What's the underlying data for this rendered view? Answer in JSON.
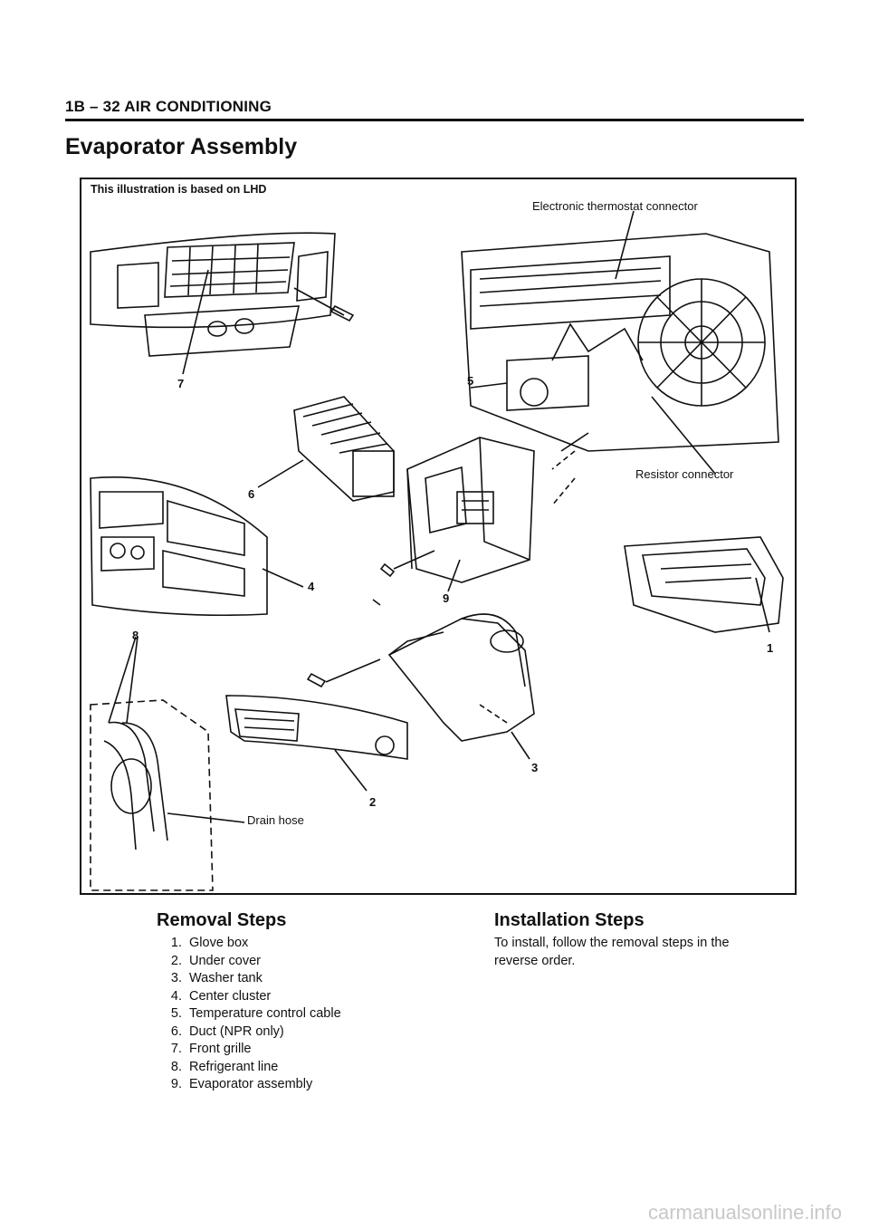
{
  "header": {
    "section": "1B – 32 AIR CONDITIONING"
  },
  "title": "Evaporator Assembly",
  "figure": {
    "note": "This illustration is based on LHD",
    "labels": {
      "thermostat": "Electronic thermostat connector",
      "resistor": "Resistor connector",
      "drain": "Drain hose"
    },
    "callouts": [
      "1",
      "2",
      "3",
      "4",
      "5",
      "6",
      "7",
      "8",
      "9"
    ]
  },
  "removal": {
    "heading": "Removal Steps",
    "steps": [
      {
        "n": "1.",
        "text": "Glove box"
      },
      {
        "n": "2.",
        "text": "Under cover"
      },
      {
        "n": "3.",
        "text": "Washer tank"
      },
      {
        "n": "4.",
        "text": "Center cluster"
      },
      {
        "n": "5.",
        "text": "Temperature control cable"
      },
      {
        "n": "6.",
        "text": "Duct (NPR only)"
      },
      {
        "n": "7.",
        "text": "Front grille"
      },
      {
        "n": "8.",
        "text": "Refrigerant line"
      },
      {
        "n": "9.",
        "text": "Evaporator assembly"
      }
    ]
  },
  "installation": {
    "heading": "Installation Steps",
    "text": "To install, follow the removal steps in the reverse order."
  },
  "watermark": "carmanualsonline.info"
}
